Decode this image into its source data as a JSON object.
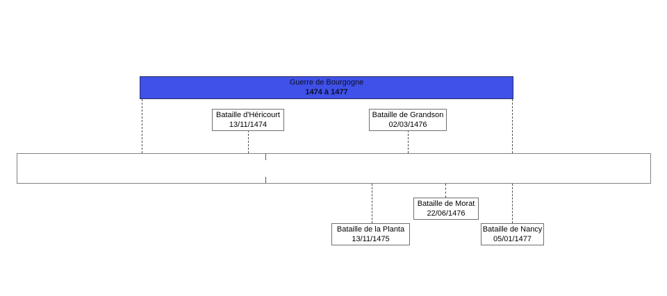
{
  "diagram": {
    "type": "timeline",
    "title": "Guerre de Bourgogne",
    "period": {
      "label": "Guerre de Bourgogne",
      "range": "1474 à 1477",
      "start_year": "1474",
      "end_year": "1477",
      "color": "#3f51e8",
      "border_color": "#2b2b5c"
    },
    "band": {
      "fill": "#ffffff",
      "border_color": "#808080"
    },
    "events": [
      {
        "name": "Bataille d'Héricourt",
        "date": "13/11/1474",
        "position": "above"
      },
      {
        "name": "Bataille de Grandson",
        "date": "02/03/1476",
        "position": "above"
      },
      {
        "name": "Bataille de la Planta",
        "date": "13/11/1475",
        "position": "below"
      },
      {
        "name": "Bataille de Morat",
        "date": "22/06/1476",
        "position": "below"
      },
      {
        "name": "Bataille de Nancy",
        "date": "05/01/1477",
        "position": "below"
      }
    ]
  }
}
